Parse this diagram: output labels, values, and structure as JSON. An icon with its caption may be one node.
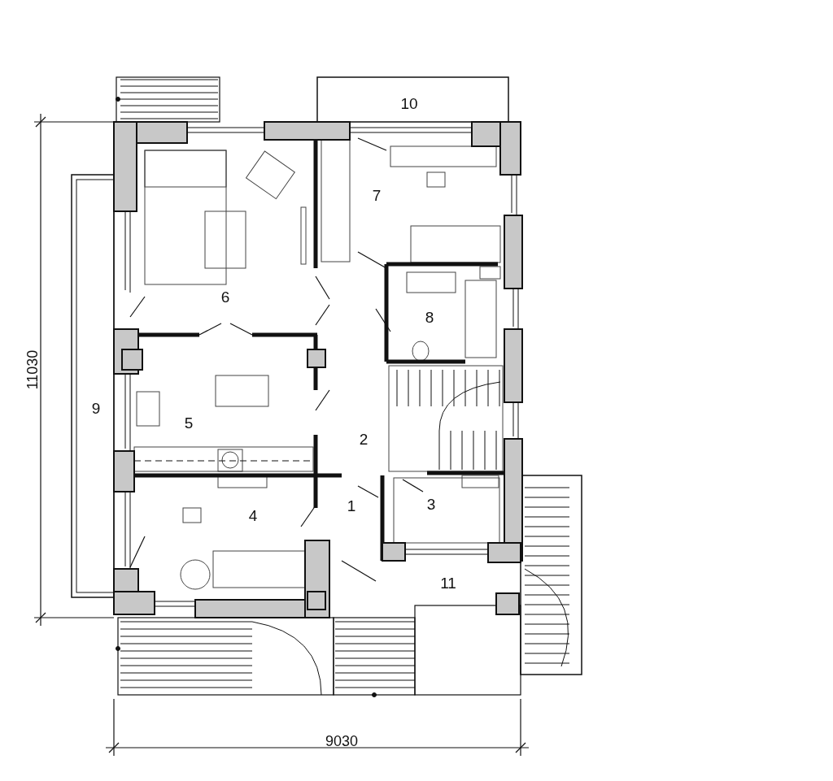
{
  "diagram": {
    "labels": [
      "10",
      "7",
      "6",
      "8",
      "9",
      "5",
      "2",
      "3",
      "1",
      "4",
      "11",
      "11030",
      "9030"
    ]
  }
}
